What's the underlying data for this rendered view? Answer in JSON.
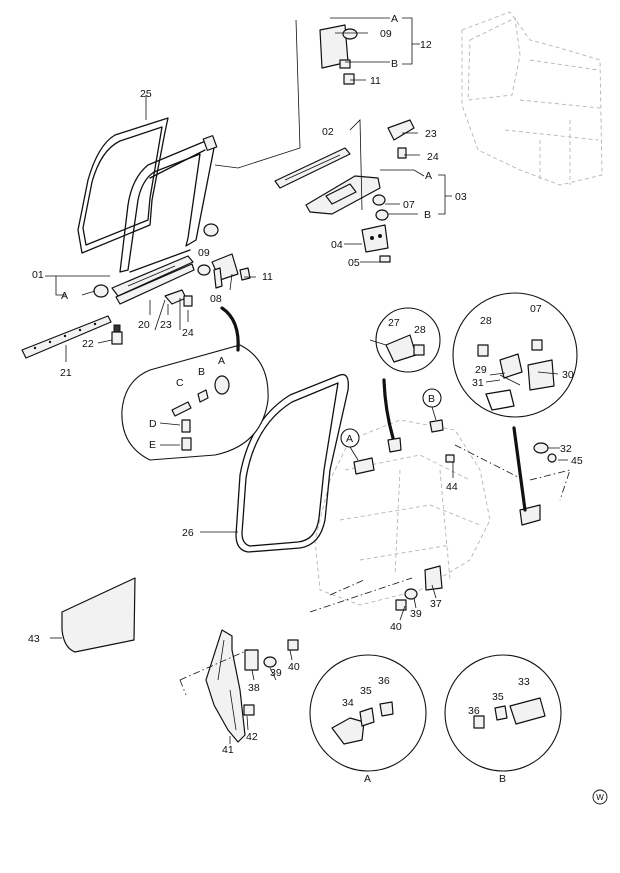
{
  "callouts": {
    "n01": "01",
    "n02": "02",
    "n03": "03",
    "n04": "04",
    "n05": "05",
    "n07a": "07",
    "n07b": "07",
    "n08": "08",
    "n09a": "09",
    "n09b": "09",
    "n11a": "11",
    "n11b": "11",
    "n12": "12",
    "n20": "20",
    "n21": "21",
    "n22": "22",
    "n23a": "23",
    "n23b": "23",
    "n24a": "24",
    "n24b": "24",
    "n25": "25",
    "n26": "26",
    "n27": "27",
    "n28a": "28",
    "n28b": "28",
    "n29": "29",
    "n30": "30",
    "n31": "31",
    "n32": "32",
    "n33": "33",
    "n34": "34",
    "n35a": "35",
    "n35b": "35",
    "n36a": "36",
    "n36b": "36",
    "n37": "37",
    "n38": "38",
    "n39a": "39",
    "n39b": "39",
    "n40a": "40",
    "n40b": "40",
    "n41": "41",
    "n42": "42",
    "n43": "43",
    "n44": "44",
    "n45": "45"
  },
  "refs": {
    "a1": "A",
    "b1": "B",
    "a2": "A",
    "b2": "B",
    "a3": "A",
    "detA": "A",
    "detB": "B",
    "detC": "C",
    "detD": "D",
    "detE": "E",
    "circA": "A",
    "circB": "B",
    "capA": "A",
    "capB": "B"
  },
  "corner_mark": "W"
}
